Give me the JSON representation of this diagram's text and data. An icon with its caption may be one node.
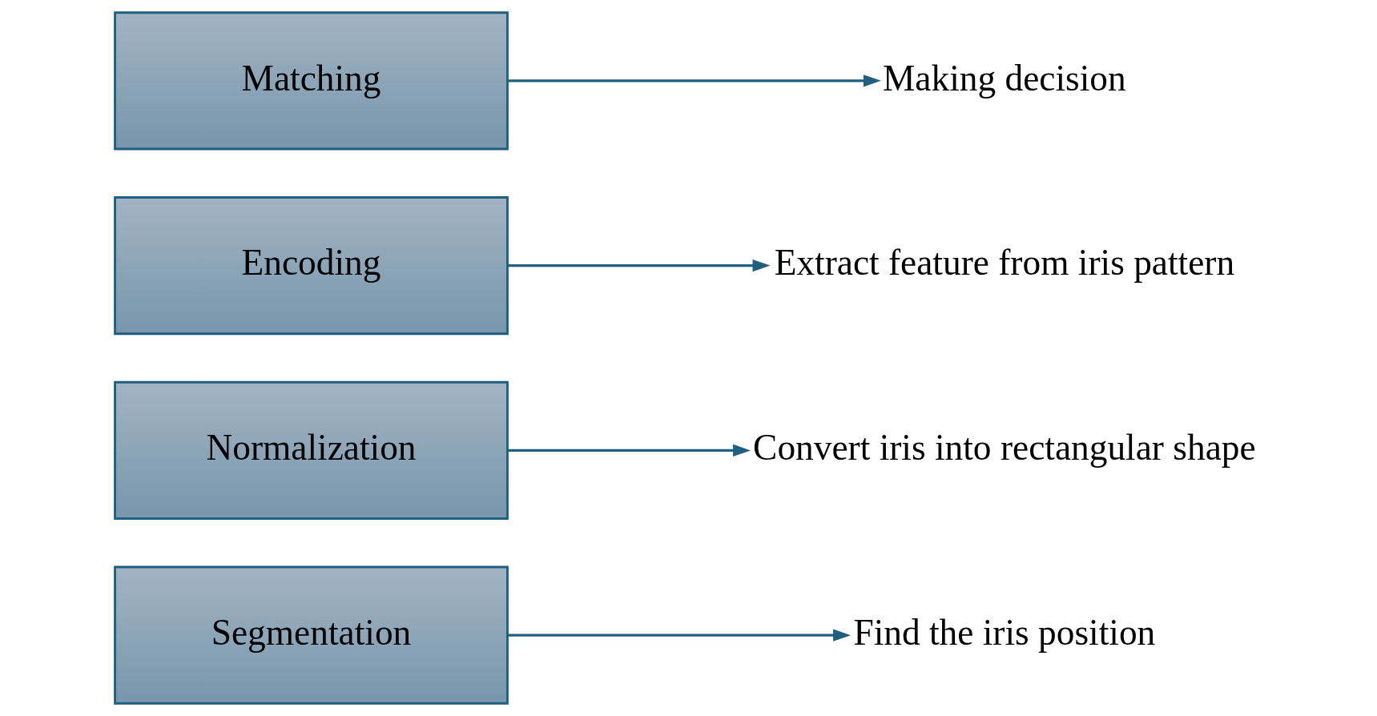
{
  "diagram": {
    "nodes": [
      {
        "text": [
          "Segmentation"
        ]
      },
      {
        "text": [
          "Find the iris position"
        ]
      },
      {
        "text": [
          "Normalization"
        ]
      },
      {
        "text": [
          "Convert iris into rectangular shape"
        ]
      },
      {
        "text": [
          "Encoding"
        ]
      },
      {
        "text": [
          "Extract feature from iris pattern"
        ]
      },
      {
        "text": [
          "Matching"
        ]
      },
      {
        "text": [
          "Making decision"
        ]
      }
    ],
    "edges": [
      {
        "from": 0,
        "to": 1,
        "arrow": "to"
      },
      {
        "from": 2,
        "to": 3,
        "arrow": "to"
      },
      {
        "from": 4,
        "to": 5,
        "arrow": "to"
      },
      {
        "from": 6,
        "to": 7,
        "arrow": "to"
      }
    ]
  }
}
